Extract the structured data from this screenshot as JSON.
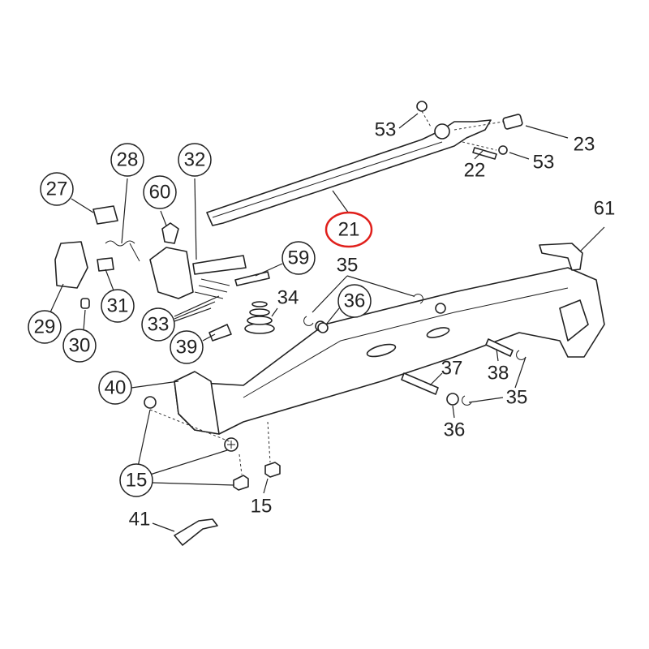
{
  "diagram": {
    "title": "Exploded parts diagram",
    "highlight_color": "#e0201c",
    "highlighted_part": "21",
    "callouts": [
      {
        "id": "c53a",
        "text": "53",
        "circled": false
      },
      {
        "id": "c23",
        "text": "23",
        "circled": false
      },
      {
        "id": "c53b",
        "text": "53",
        "circled": false
      },
      {
        "id": "c22",
        "text": "22",
        "circled": false
      },
      {
        "id": "c21",
        "text": "21",
        "circled": true,
        "highlighted": true
      },
      {
        "id": "c28",
        "text": "28",
        "circled": true
      },
      {
        "id": "c32",
        "text": "32",
        "circled": true
      },
      {
        "id": "c27",
        "text": "27",
        "circled": true
      },
      {
        "id": "c60",
        "text": "60",
        "circled": true
      },
      {
        "id": "c61",
        "text": "61",
        "circled": false
      },
      {
        "id": "c59",
        "text": "59",
        "circled": true
      },
      {
        "id": "c35a",
        "text": "35",
        "circled": false
      },
      {
        "id": "c36a",
        "text": "36",
        "circled": true
      },
      {
        "id": "c34",
        "text": "34",
        "circled": false
      },
      {
        "id": "c31",
        "text": "31",
        "circled": true
      },
      {
        "id": "c29",
        "text": "29",
        "circled": true
      },
      {
        "id": "c33",
        "text": "33",
        "circled": true
      },
      {
        "id": "c30",
        "text": "30",
        "circled": true
      },
      {
        "id": "c39",
        "text": "39",
        "circled": true
      },
      {
        "id": "c37",
        "text": "37",
        "circled": false
      },
      {
        "id": "c38",
        "text": "38",
        "circled": false
      },
      {
        "id": "c40",
        "text": "40",
        "circled": true
      },
      {
        "id": "c35b",
        "text": "35",
        "circled": false
      },
      {
        "id": "c36b",
        "text": "36",
        "circled": false
      },
      {
        "id": "c15a",
        "text": "15",
        "circled": true
      },
      {
        "id": "c15b",
        "text": "15",
        "circled": false
      },
      {
        "id": "c41",
        "text": "41",
        "circled": false
      }
    ]
  }
}
